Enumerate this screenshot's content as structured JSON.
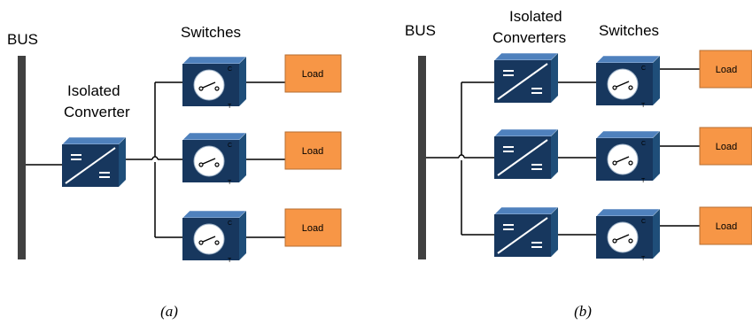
{
  "panel_a": {
    "bus_label": "BUS",
    "converter_label_line1": "Isolated",
    "converter_label_line2": "Converter",
    "switches_label": "Switches",
    "load_labels": [
      "Load",
      "Load",
      "Load"
    ],
    "caption": "(a)"
  },
  "panel_b": {
    "bus_label": "BUS",
    "converters_label_line1": "Isolated",
    "converters_label_line2": "Converters",
    "switches_label": "Switches",
    "load_labels": [
      "Load",
      "Load",
      "Load"
    ],
    "caption": "(b)"
  },
  "switch_terminal_labels": {
    "top": "C",
    "bottom": "T"
  },
  "colors": {
    "bus": "#404040",
    "wire": "#000000",
    "box_front": "#17375e",
    "box_top": "#4f81bd",
    "box_side": "#1f4e79",
    "load_fill": "#f79646",
    "load_stroke": "#b66d31"
  }
}
